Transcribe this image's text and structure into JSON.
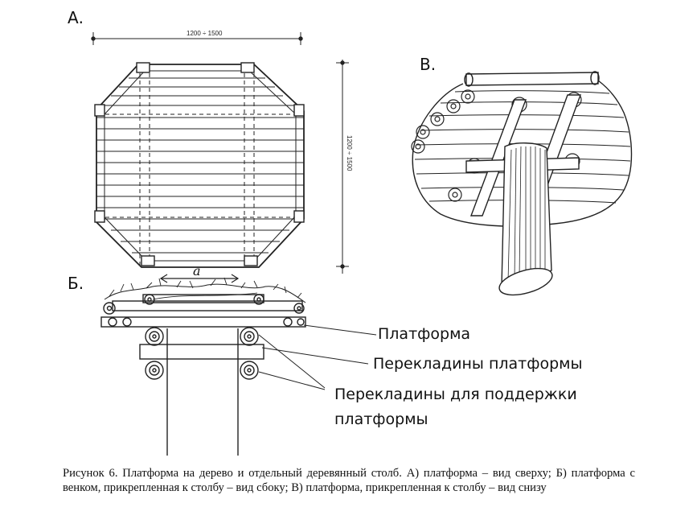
{
  "panels": {
    "a_letter": "А.",
    "b_letter": "Б.",
    "v_letter": "В."
  },
  "dimensions": {
    "width": "1200 ÷ 1500",
    "height": "1200 ÷ 1500",
    "spacing": "a"
  },
  "callouts": {
    "platform": "Платформа",
    "platform_crossbars": "Перекладины платформы",
    "support_crossbars_line1": "Перекладины для поддержки",
    "support_crossbars_line2": "платформы"
  },
  "caption": "Рисунок 6. Платформа на дерево и отдельный деревянный столб. А) платформа – вид сверху; Б) платформа с венком, прикрепленная к столбу – вид сбоку; В) платформа, прикрепленная к столбу – вид снизу"
}
